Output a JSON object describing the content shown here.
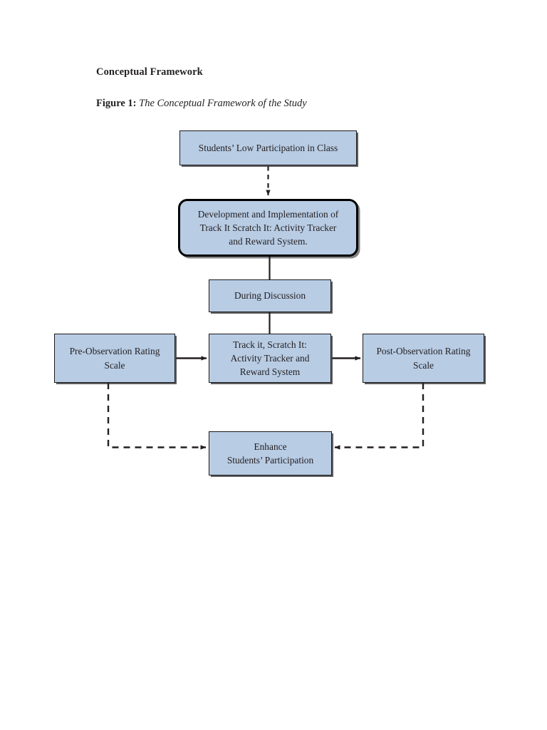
{
  "document": {
    "section_title": "Conceptual Framework",
    "figure": {
      "label": "Figure 1:",
      "title": "The Conceptual Framework of the Study"
    }
  },
  "colors": {
    "node_fill": "#b8cce4",
    "node_border": "#1a1a1a",
    "rounded_border": "#000000",
    "connector": "#231f20",
    "page_background": "#ffffff",
    "text": "#231f20"
  },
  "diagram": {
    "type": "flowchart",
    "nodes": [
      {
        "id": "low-participation",
        "text": "Students’ Low Participation in Class",
        "shape": "rectangle"
      },
      {
        "id": "development",
        "text": "Development and Implementation of Track It Scratch It: Activity Tracker and Reward System.",
        "line1": "Development and Implementation of",
        "line2": "Track It Scratch It: Activity Tracker",
        "line3": "and Reward System.",
        "shape": "rounded-rectangle"
      },
      {
        "id": "during-discussion",
        "text": "During Discussion",
        "shape": "rectangle"
      },
      {
        "id": "pre-observation",
        "text": "Pre-Observation Rating Scale",
        "line1": "Pre-Observation Rating",
        "line2": "Scale",
        "shape": "rectangle"
      },
      {
        "id": "intervention",
        "text": "Track it, Scratch It: Activity Tracker and Reward System",
        "line1": "Track it, Scratch It:",
        "line2": "Activity Tracker and",
        "line3": "Reward System",
        "shape": "rectangle"
      },
      {
        "id": "post-observation",
        "text": "Post-Observation Rating Scale",
        "line1": "Post-Observation Rating",
        "line2": "Scale",
        "shape": "rectangle"
      },
      {
        "id": "enhance",
        "text": "Enhance Students’ Participation",
        "line1": "Enhance",
        "line2": "Students’ Participation",
        "shape": "rectangle"
      }
    ],
    "edges": [
      {
        "from": "low-participation",
        "to": "development",
        "style": "dashed",
        "arrow": "down"
      },
      {
        "from": "development",
        "to": "during-discussion",
        "style": "solid",
        "arrow": "none"
      },
      {
        "from": "during-discussion",
        "to": "intervention",
        "style": "solid",
        "arrow": "none"
      },
      {
        "from": "pre-observation",
        "to": "intervention",
        "style": "solid",
        "arrow": "right"
      },
      {
        "from": "intervention",
        "to": "post-observation",
        "style": "solid",
        "arrow": "right"
      },
      {
        "from": "pre-observation",
        "to": "enhance",
        "style": "dashed",
        "arrow": "right"
      },
      {
        "from": "post-observation",
        "to": "enhance",
        "style": "dashed",
        "arrow": "left"
      }
    ]
  }
}
